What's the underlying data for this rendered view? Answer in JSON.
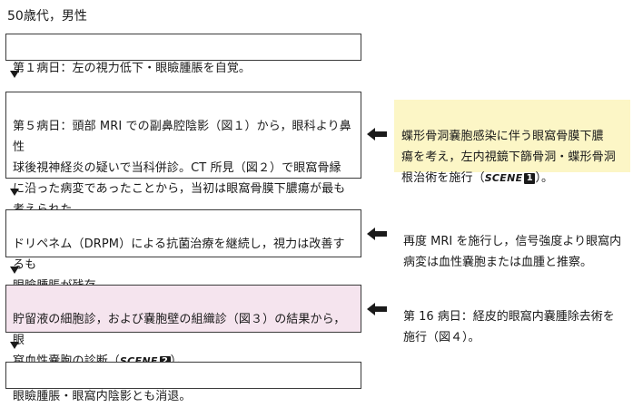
{
  "header": {
    "text": "50歳代，男性"
  },
  "flow": {
    "step1": "第１病日：左の視力低下・眼瞼腫脹を自覚。",
    "step2": "第５病日：頭部 MRI での副鼻腔陰影（図１）から，眼科より鼻性\n球後視神経炎の疑いで当科併診。CT 所見（図２）で眼窩骨縁\nに沿った病変であったことから，当初は眼窩骨膜下膿瘍が最も\n考えられた。",
    "step3": "ドリペネム（DRPM）による抗菌治療を継続し，視力は改善するも\n眼瞼腫脹が残存。",
    "step4_main": "貯留液の細胞診，および嚢胞壁の組織診（図３）の結果から，眼\n窩血性嚢胞の診断（",
    "step4_scene_label": "SCENE",
    "step4_scene_num": "2",
    "step4_close": "）。",
    "step5": "眼瞼腫脹・眼窩内陰影とも消退。"
  },
  "side": {
    "note1_main": "蝶形骨洞嚢胞感染に伴う眼窩骨膜下膿\n瘍を考え，左内視鏡下篩骨洞・蝶形骨洞\n根治術を施行（",
    "note1_scene_label": "SCENE",
    "note1_scene_num": "1",
    "note1_close": "）。",
    "note2": "再度 MRI を施行し，信号強度より眼窩内\n病変は血性嚢胞または血腫と推察。",
    "note3": "第 16 病日：経皮的眼窩内嚢腫除去術を\n施行（図４）。"
  },
  "colors": {
    "pink_box": "#f5e4ee",
    "yellow_box": "#fcf6c6",
    "border": "#3a3a3a"
  }
}
